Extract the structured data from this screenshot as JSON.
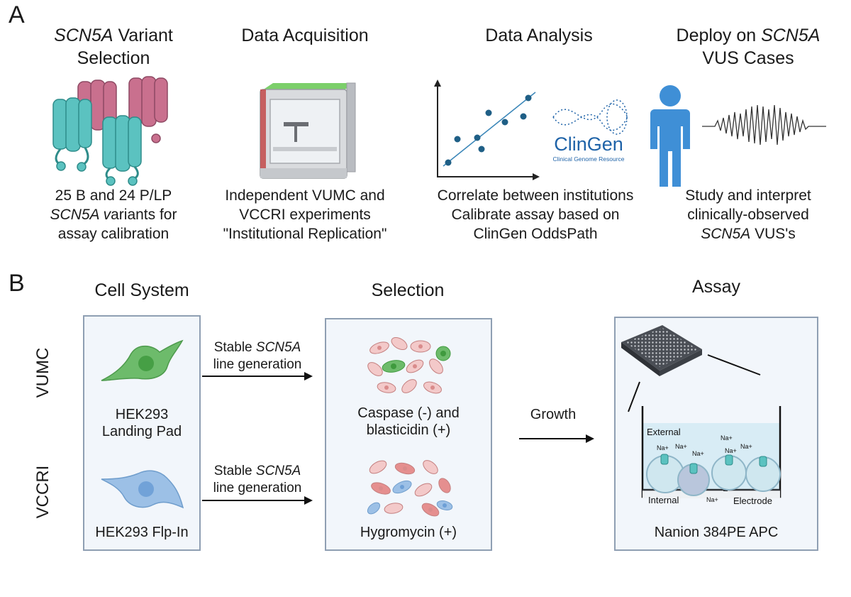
{
  "panel_a": {
    "letter": "A",
    "col1": {
      "title_italic": "SCN5A",
      "title_rest": " Variant",
      "title_line2": "Selection",
      "caption_l1": "25 B and 24 P/LP",
      "caption_l2_italic": "SCN5A v",
      "caption_l2_rest": "ariants for",
      "caption_l3": "assay calibration"
    },
    "col2": {
      "title": "Data Acquisition",
      "caption_l1": "Independent VUMC and",
      "caption_l2": "VCCRI experiments",
      "caption_l3": "\"Institutional Replication\""
    },
    "col3": {
      "title": "Data Analysis",
      "clingen_logo": "ClinGen",
      "clingen_sub": "Clinical Genome Resource",
      "caption_l1": "Correlate between institutions",
      "caption_l2": "Calibrate assay based on",
      "caption_l3": "ClinGen OddsPath"
    },
    "col4": {
      "title_l1": "Deploy on ",
      "title_l1_italic": "SCN5A",
      "title_l2": "VUS Cases",
      "caption_l1": "Study and interpret",
      "caption_l2": "clinically-observed",
      "caption_l3_italic": "SCN5A",
      "caption_l3_rest": " VUS's"
    }
  },
  "panel_b": {
    "letter": "B",
    "cell_system": {
      "title": "Cell System",
      "vumc_cell": [
        "HEK293",
        "Landing Pad"
      ],
      "vccri_cell": "HEK293 Flp-In"
    },
    "row_labels": {
      "vumc": "VUMC",
      "vccri": "VCCRI"
    },
    "arrows": {
      "stable_prefix": "Stable ",
      "stable_italic": "SCN5A",
      "line_generation": "line generation",
      "growth": "Growth"
    },
    "selection": {
      "title": "Selection",
      "vumc": [
        "Caspase (-) and",
        "blasticidin (+)"
      ],
      "vccri": "Hygromycin (+)"
    },
    "assay": {
      "title": "Assay",
      "caption": "Nanion 384PE APC",
      "external": "External",
      "internal": "Internal",
      "electrode": "Electrode",
      "na": "Na+"
    }
  },
  "colors": {
    "box_border": "#8f9fb3",
    "box_fill": "#f2f6fb",
    "green_cell": "#6dbb6b",
    "blue_cell": "#9cc0e6",
    "channel_teal": "#5bc2c0",
    "channel_pink": "#c9708e",
    "person_blue": "#3f8fd6",
    "clingen_blue": "#1f63a8"
  }
}
